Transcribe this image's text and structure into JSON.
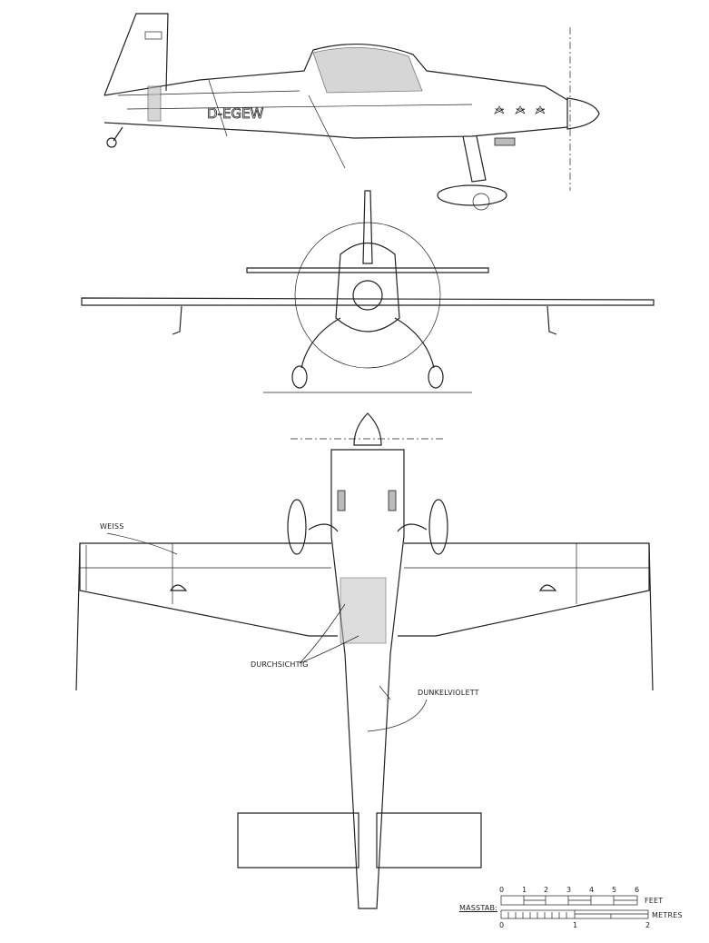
{
  "drawing": {
    "registration": "D-EGEW",
    "labels": {
      "weiss": "WEISS",
      "durchsichtig": "DURCHSICHTIG",
      "dunkelviolett": "DUNKELVIOLETT"
    },
    "scale": {
      "title": "MASSTAB:",
      "feet_label": "FEET",
      "metres_label": "METRES",
      "feet_ticks": [
        "0",
        "1",
        "2",
        "3",
        "4",
        "5",
        "6"
      ],
      "metres_ticks": [
        "0",
        "1",
        "2"
      ]
    },
    "colors": {
      "ink": "#222222",
      "paper": "#ffffff"
    }
  }
}
